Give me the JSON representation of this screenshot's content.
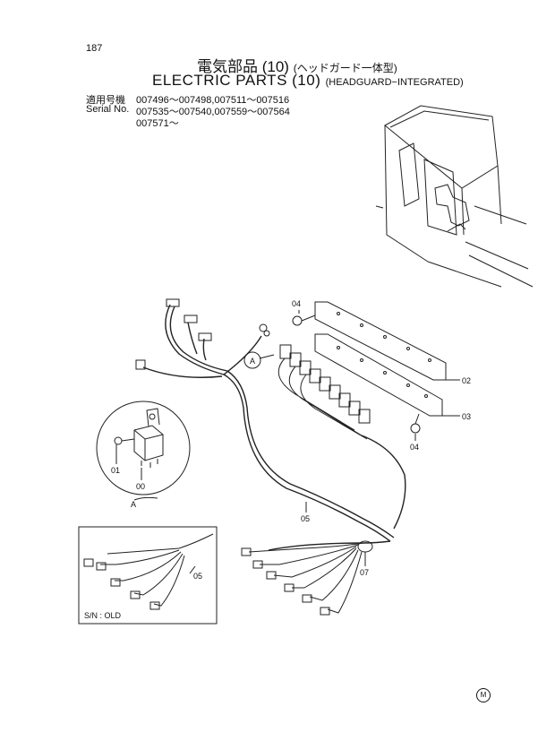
{
  "page_number": "187",
  "title_jp": "電気部品 (10)",
  "title_jp_sub": "(ヘッドガード一体型)",
  "title_en": "ELECTRIC PARTS (10)",
  "title_en_sub": "(HEADGUARD−INTEGRATED)",
  "serial": {
    "label_jp": "適用号機",
    "label_en": "Serial No.",
    "line1": "007496～007498,007511～007516",
    "line2": "007535～007540,007559～007564",
    "line3": "007571～"
  },
  "callouts": {
    "part_00": "00",
    "part_01": "01",
    "part_02": "02",
    "part_03": "03",
    "part_04a": "04",
    "part_04b": "04",
    "part_05": "05",
    "part_05_inset": "05",
    "part_07": "07",
    "view_a_circle": "A",
    "view_a_label": "A"
  },
  "inset_note": "S/N : OLD",
  "mark": "M"
}
